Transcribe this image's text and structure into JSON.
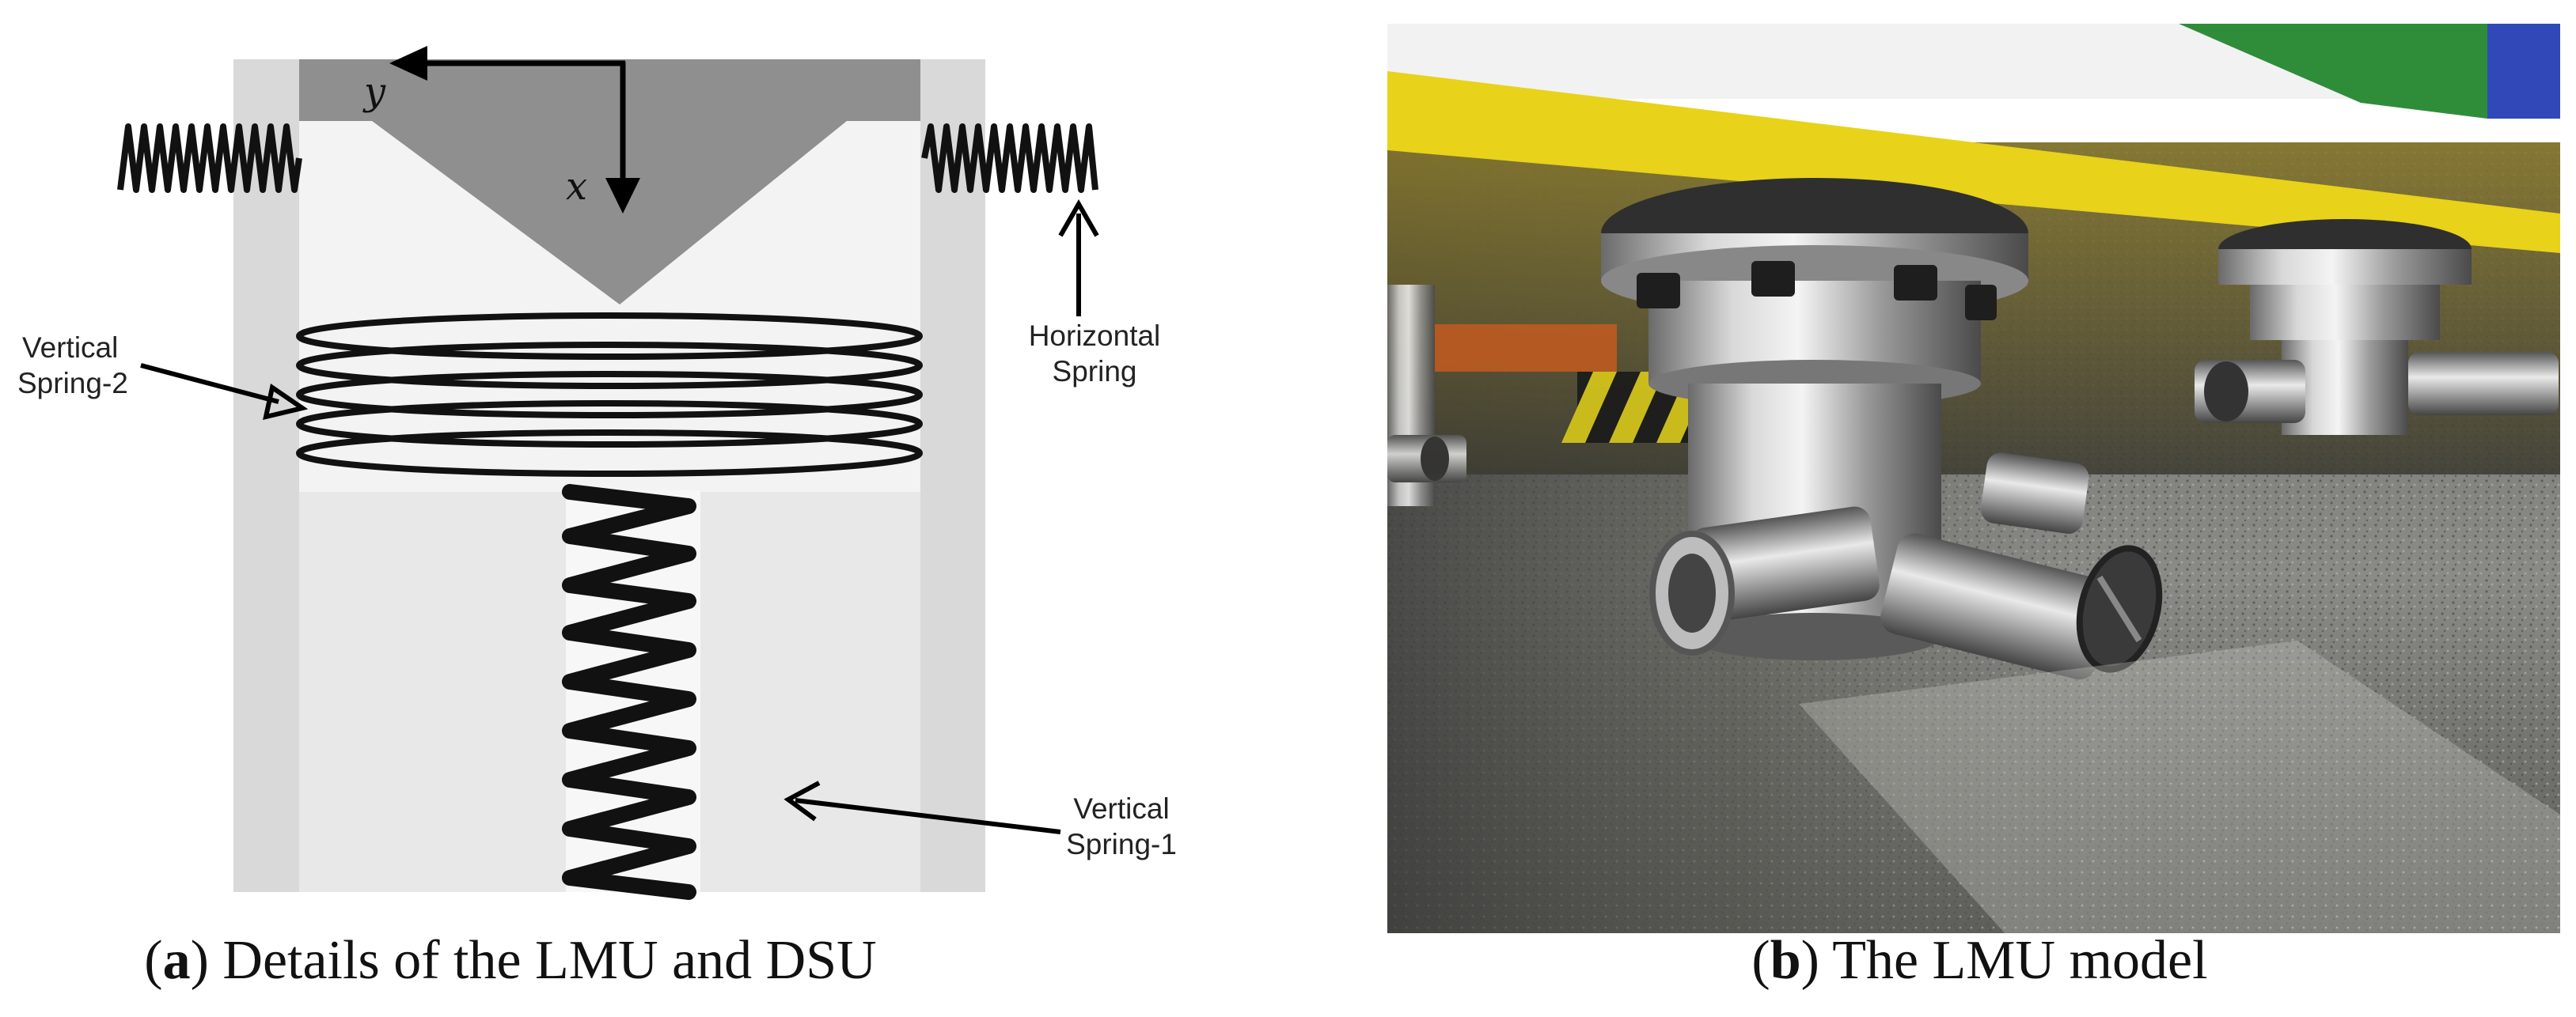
{
  "figure": {
    "panel_a": {
      "axes": {
        "x": "x",
        "y": "y"
      },
      "labels": {
        "vertical_spring_2_line1": "Vertical",
        "vertical_spring_2_line2": "Spring-2",
        "horizontal_spring_line1": "Horizontal",
        "horizontal_spring_line2": "Spring",
        "vertical_spring_1_line1": "Vertical",
        "vertical_spring_1_line2": "Spring-1"
      },
      "caption_letter": "a",
      "caption_text": "Details of the LMU and DSU"
    },
    "panel_b": {
      "caption_letter": "b",
      "caption_text": "The LMU model"
    }
  }
}
